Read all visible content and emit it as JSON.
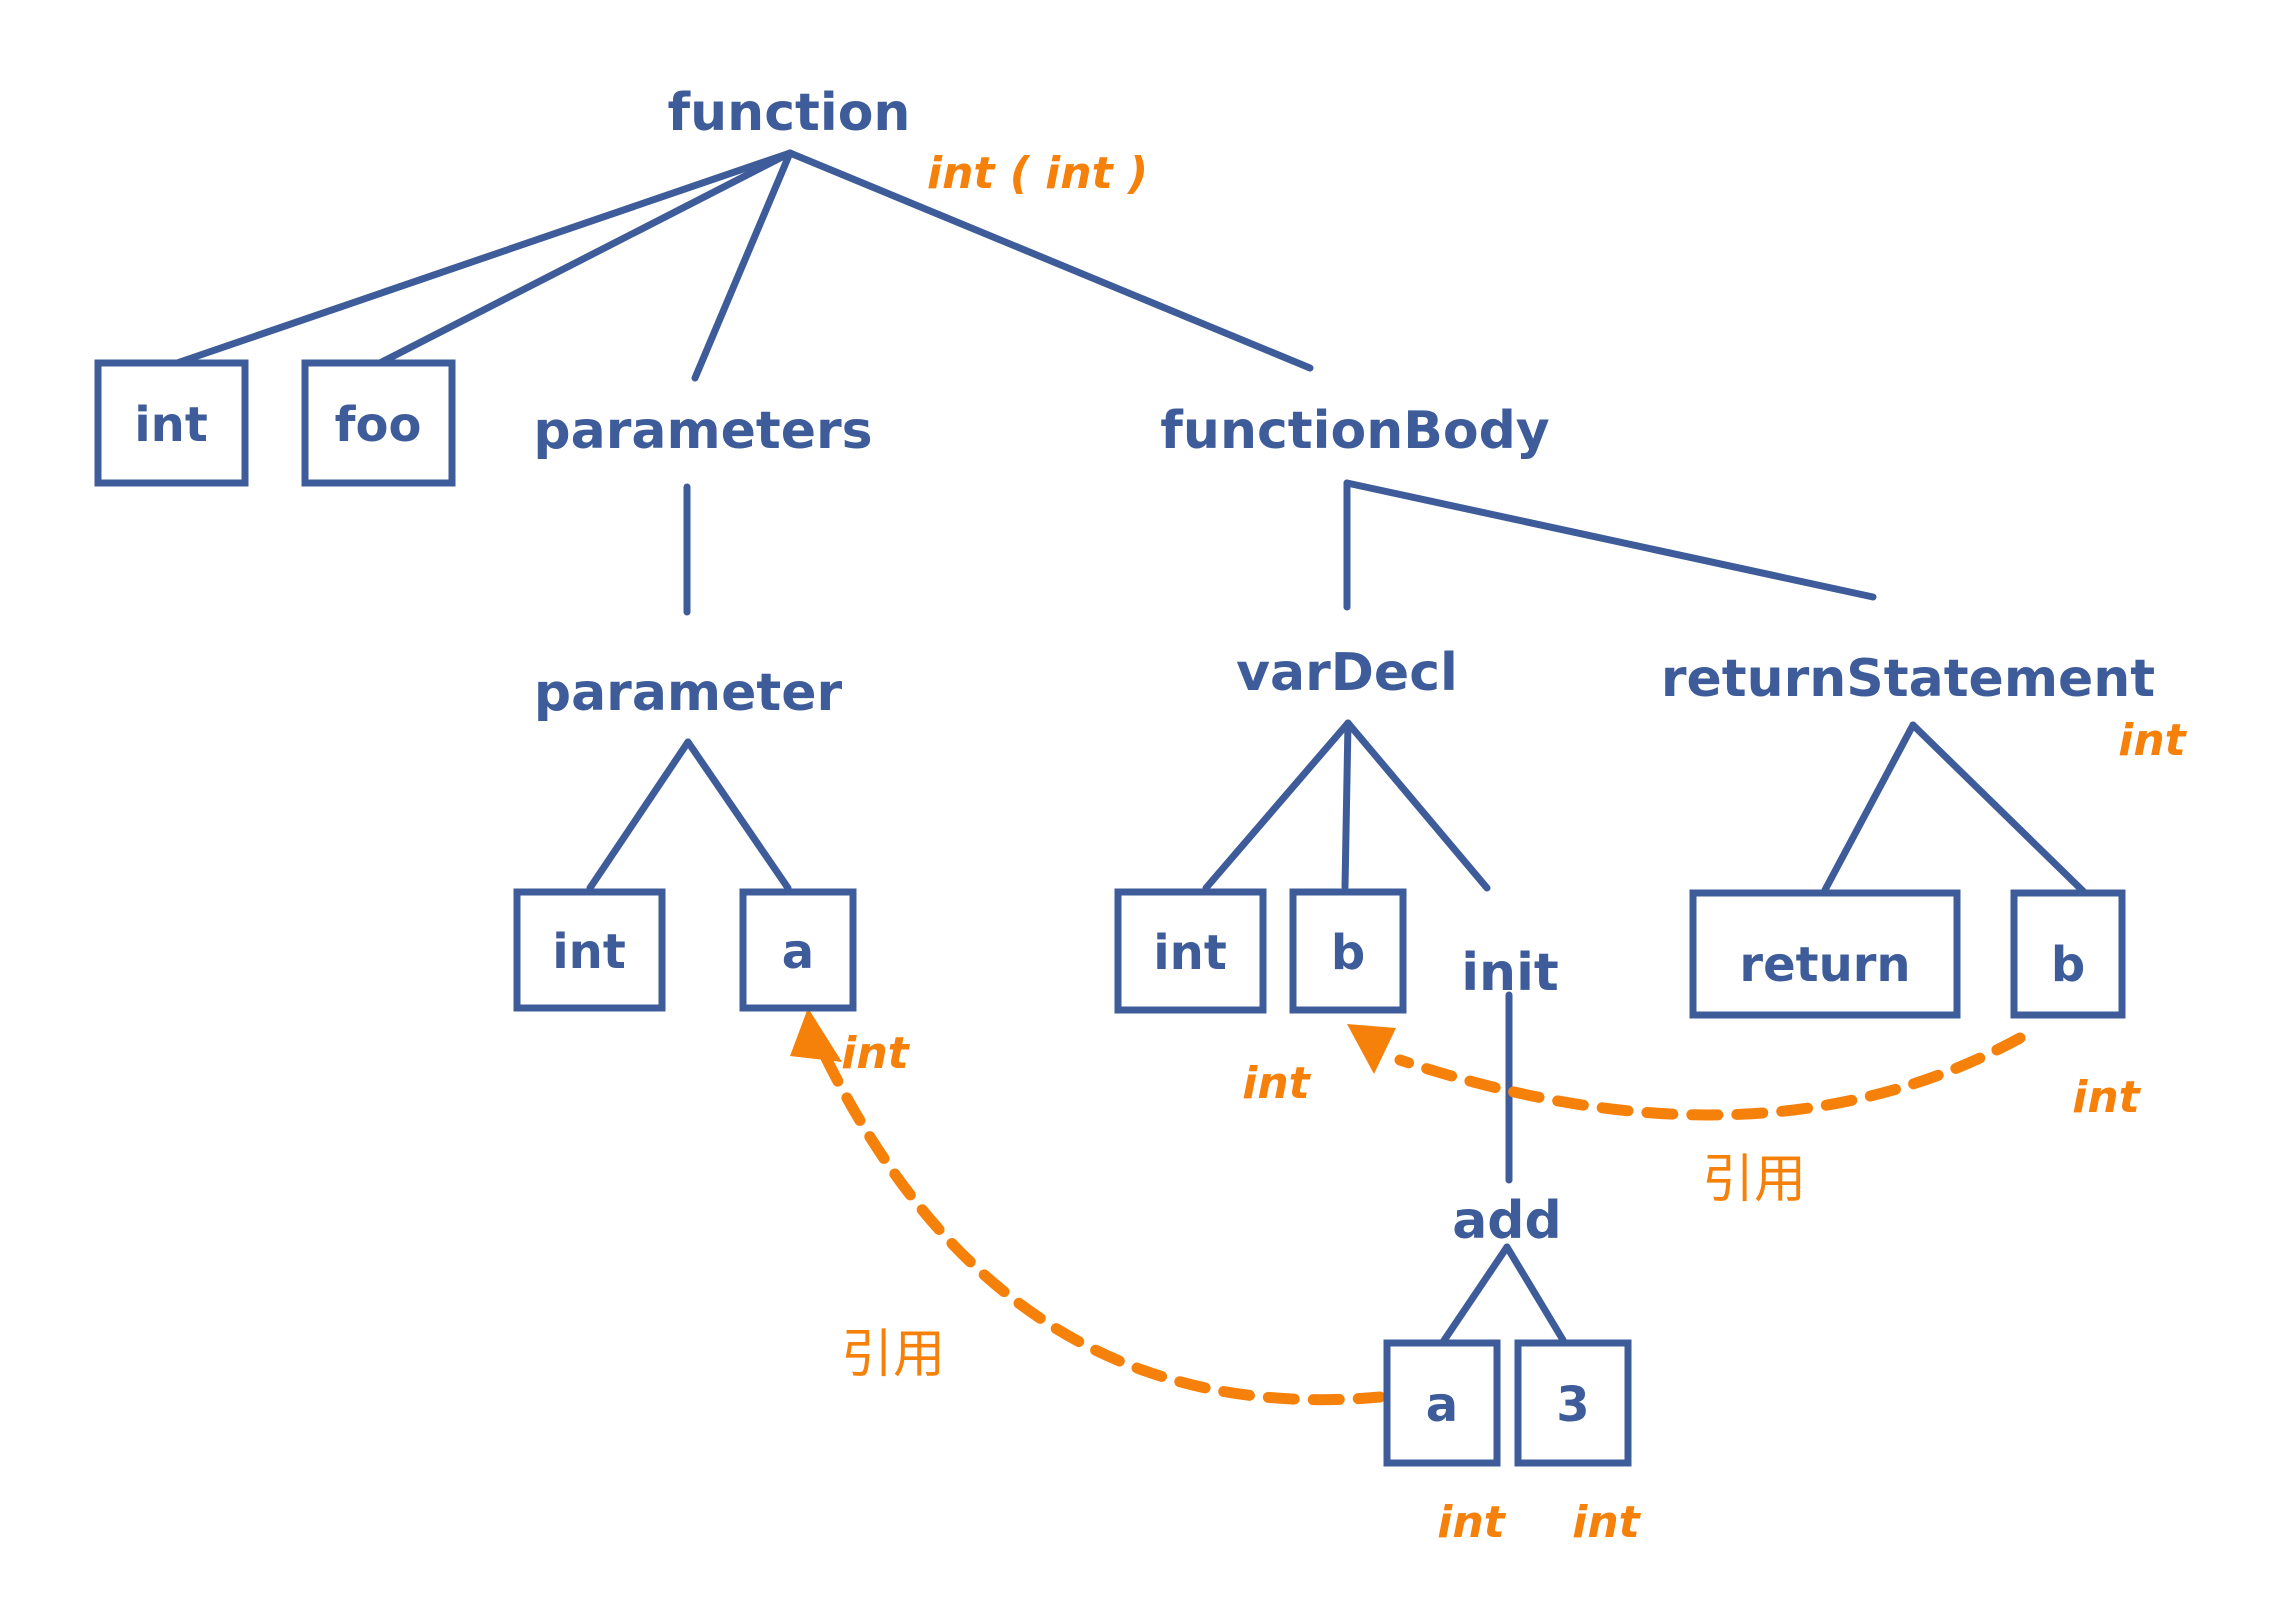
{
  "colors": {
    "node": "#3E5C99",
    "annotation": "#F5800A",
    "background": "#FFFFFF"
  },
  "tree": {
    "root_label": "function",
    "root_annotation": "int ( int )",
    "return_type_box": "int",
    "name_box": "foo",
    "parameters_label": "parameters",
    "function_body_label": "functionBody",
    "parameter_label": "parameter",
    "parameter_children": {
      "type_box": "int",
      "name_box": "a",
      "name_type": "int"
    },
    "var_decl_label": "varDecl",
    "var_decl_children": {
      "type_box": "int",
      "name_box": "b",
      "name_type": "int",
      "init_label": "init"
    },
    "init_expr": {
      "op_label": "add",
      "left_box": "a",
      "left_type": "int",
      "right_box": "3",
      "right_type": "int"
    },
    "return_statement_label": "returnStatement",
    "return_statement_type": "int",
    "return_children": {
      "keyword_box": "return",
      "value_box": "b",
      "value_type": "int"
    },
    "reference_label_left": "引用",
    "reference_label_right": "引用"
  }
}
